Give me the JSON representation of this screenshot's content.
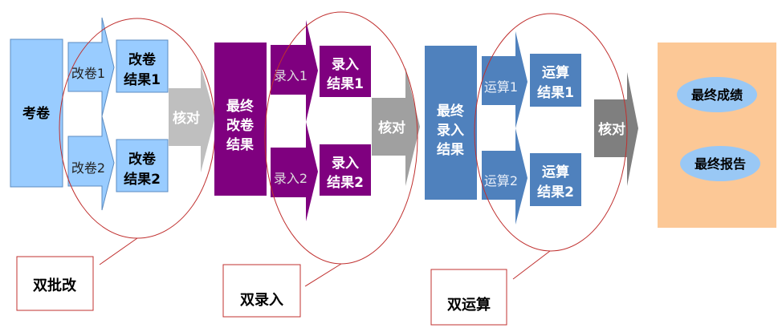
{
  "stage1": {
    "source": "考卷",
    "arrow1": "改卷1",
    "arrow2": "改卷2",
    "result1": [
      "改卷",
      "结果1"
    ],
    "result2": [
      "改卷",
      "结果2"
    ],
    "check": "核对",
    "callout": "双批改"
  },
  "stage2": {
    "source": [
      "最终",
      "改卷",
      "结果"
    ],
    "arrow1": "录入1",
    "arrow2": "录入2",
    "result1": [
      "录入",
      "结果1"
    ],
    "result2": [
      "录入",
      "结果2"
    ],
    "check": "核对",
    "callout": "双录入"
  },
  "stage3": {
    "source": [
      "最终",
      "录入",
      "结果"
    ],
    "arrow1": "运算1",
    "arrow2": "运算2",
    "result1": [
      "运算",
      "结果1"
    ],
    "result2": [
      "运算",
      "结果2"
    ],
    "check": "核对",
    "callout": "双运算"
  },
  "output": {
    "items": [
      "最终成绩",
      "最终报告"
    ]
  },
  "colors": {
    "stage1": "#99ccff",
    "stage2": "#7f007f",
    "stage3": "#4f81bd",
    "output": "#fcc896",
    "callout": "#c0302f"
  }
}
